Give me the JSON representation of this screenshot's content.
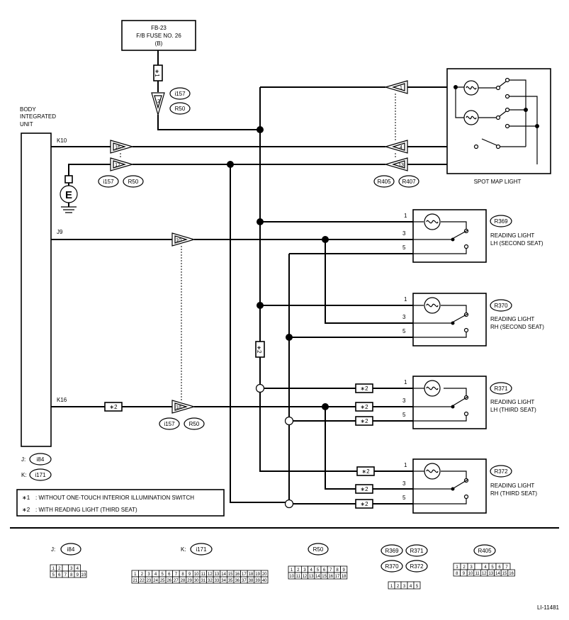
{
  "fuse": {
    "line1": "FB-23",
    "line2": "F/B FUSE NO. 26",
    "line3": "(B)"
  },
  "notes": {
    "star1": "∗1",
    "star2": "∗2",
    "star": "∗"
  },
  "bcm": {
    "l1": "BODY",
    "l2": "INTEGRATED",
    "l3": "UNIT",
    "k10": "K10",
    "j9": "J9",
    "k16": "K16",
    "j_label": "J:",
    "j_conn": "i84",
    "k_label": "K:",
    "k_conn": "i171"
  },
  "conn": {
    "i157": "i157",
    "r50": "R50",
    "r405": "R405",
    "r407": "R407",
    "r369": "R369",
    "r370": "R370",
    "r371": "R371",
    "r372": "R372"
  },
  "pins": {
    "p1": "1",
    "p2": "2",
    "p3": "3",
    "p4": "4",
    "p5": "5",
    "p10": "10",
    "p13": "13",
    "p16": "16",
    "p17": "17",
    "p18": "18"
  },
  "ground": {
    "label": "E"
  },
  "spot": {
    "name": "SPOT MAP LIGHT"
  },
  "reading": {
    "lh2_l1": "READING LIGHT",
    "lh2_l2": "LH (SECOND SEAT)",
    "rh2_l1": "READING LIGHT",
    "rh2_l2": "RH (SECOND SEAT)",
    "lh3_l1": "READING LIGHT",
    "lh3_l2": "LH (THIRD SEAT)",
    "rh3_l1": "READING LIGHT",
    "rh3_l2": "RH (THIRD SEAT)"
  },
  "legend": {
    "n1_text": ": WITHOUT ONE-TOUCH INTERIOR ILLUMINATION SWITCH",
    "n2_text": ": WITH READING LIGHT (THIRD SEAT)"
  },
  "connectors": {
    "j_label": "J:",
    "j_name": "i84",
    "j_top": [
      "1",
      "2",
      "",
      "3",
      "4"
    ],
    "j_bot": [
      "5",
      "6",
      "7",
      "8",
      "9",
      "10"
    ],
    "k_label": "K:",
    "k_name": "i171",
    "k_top": [
      "1",
      "2",
      "3",
      "4",
      "5",
      "6",
      "7",
      "8",
      "9",
      "10",
      "11",
      "12",
      "13",
      "14",
      "15",
      "16",
      "17",
      "18",
      "19",
      "20"
    ],
    "k_bot": [
      "21",
      "22",
      "23",
      "24",
      "25",
      "26",
      "27",
      "28",
      "29",
      "30",
      "31",
      "32",
      "33",
      "34",
      "35",
      "36",
      "37",
      "38",
      "39",
      "40"
    ],
    "r50_name": "R50",
    "r50_top": [
      "1",
      "2",
      "3",
      "4",
      "5",
      "6",
      "7",
      "8",
      "9"
    ],
    "r50_bot": [
      "10",
      "11",
      "12",
      "13",
      "14",
      "15",
      "16",
      "17",
      "18"
    ],
    "reading_names": [
      "R369",
      "R371",
      "R370",
      "R372"
    ],
    "reading_pins": [
      "1",
      "2",
      "3",
      "4",
      "5"
    ],
    "r405_name": "R405",
    "r405_top": [
      "1",
      "2",
      "3",
      "",
      "4",
      "5",
      "6",
      "7"
    ],
    "r405_bot": [
      "8",
      "9",
      "10",
      "11",
      "12",
      "13",
      "14",
      "15",
      "16"
    ]
  },
  "figure_id": "LI-11481"
}
